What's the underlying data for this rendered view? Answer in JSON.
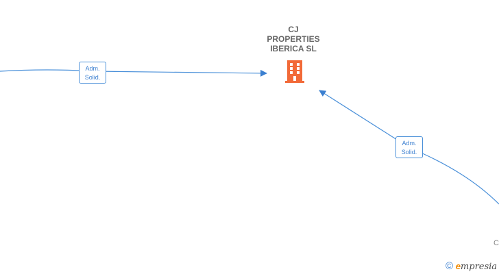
{
  "node": {
    "name": "CJ\nPROPERTIES\nIBERICA  SL",
    "icon": "building-icon",
    "icon_color": "#f26a38"
  },
  "edges": [
    {
      "label": "Adm.\nSolid."
    },
    {
      "label": "Adm.\nSolid."
    }
  ],
  "cut_text": "C",
  "watermark": {
    "copyright": "©",
    "brand_initial": "e",
    "brand_rest": "mpresia"
  },
  "colors": {
    "edge": "#4a90d9",
    "text": "#666666"
  }
}
